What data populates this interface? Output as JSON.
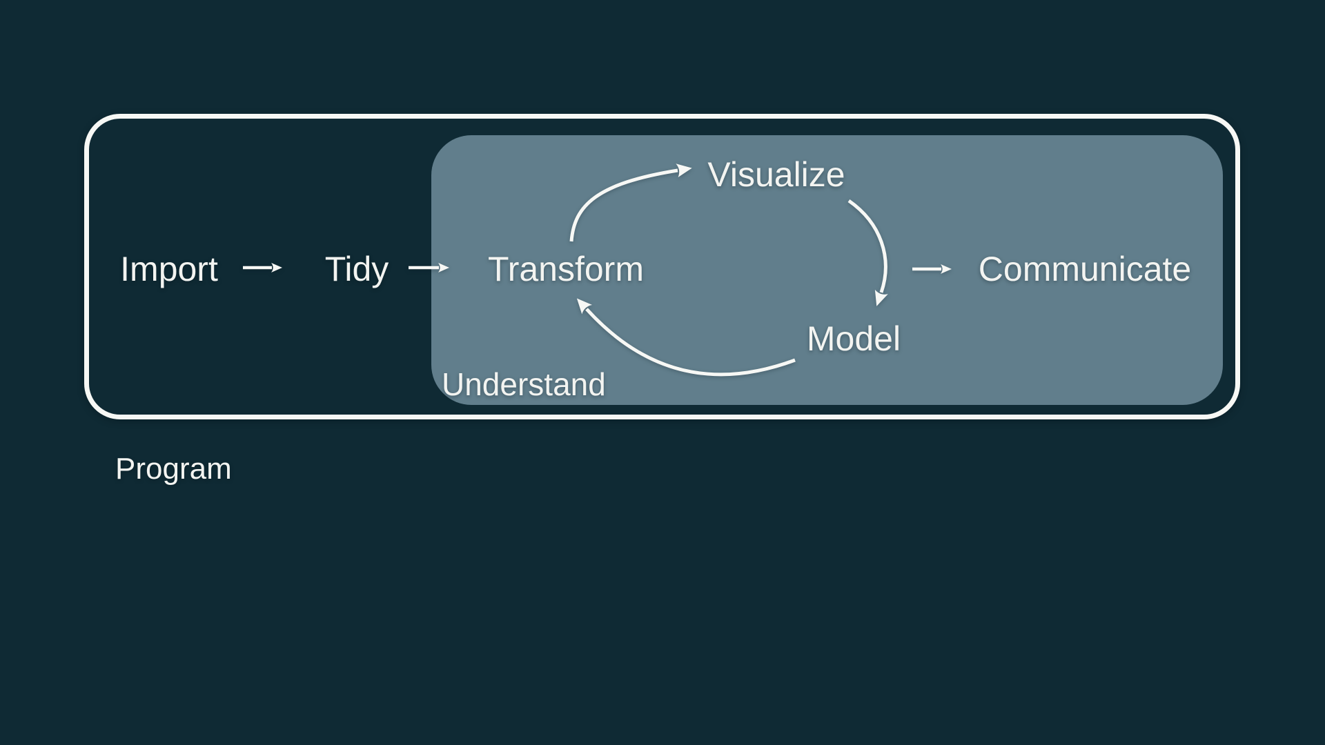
{
  "slide": {
    "workflow": {
      "nodes": [
        {
          "id": "import",
          "label": "Import"
        },
        {
          "id": "tidy",
          "label": "Tidy"
        },
        {
          "id": "transform",
          "label": "Transform"
        },
        {
          "id": "visualize",
          "label": "Visualize"
        },
        {
          "id": "model",
          "label": "Model"
        },
        {
          "id": "communicate",
          "label": "Communicate"
        }
      ],
      "edges": [
        {
          "from": "import",
          "to": "tidy"
        },
        {
          "from": "tidy",
          "to": "transform"
        },
        {
          "from": "transform",
          "to": "visualize"
        },
        {
          "from": "visualize",
          "to": "model"
        },
        {
          "from": "model",
          "to": "transform"
        },
        {
          "from": "model",
          "to": "communicate"
        }
      ],
      "groups": [
        {
          "id": "understand",
          "label": "Understand",
          "contains": [
            "transform",
            "visualize",
            "model",
            "communicate"
          ]
        },
        {
          "id": "program",
          "label": "Program",
          "contains": [
            "import",
            "tidy",
            "transform",
            "visualize",
            "model",
            "communicate"
          ]
        }
      ]
    }
  },
  "colors": {
    "background": "#0f2a34",
    "understand_box": "#617e8c",
    "line": "#f7f8f5",
    "text": "#f3f4f1"
  }
}
